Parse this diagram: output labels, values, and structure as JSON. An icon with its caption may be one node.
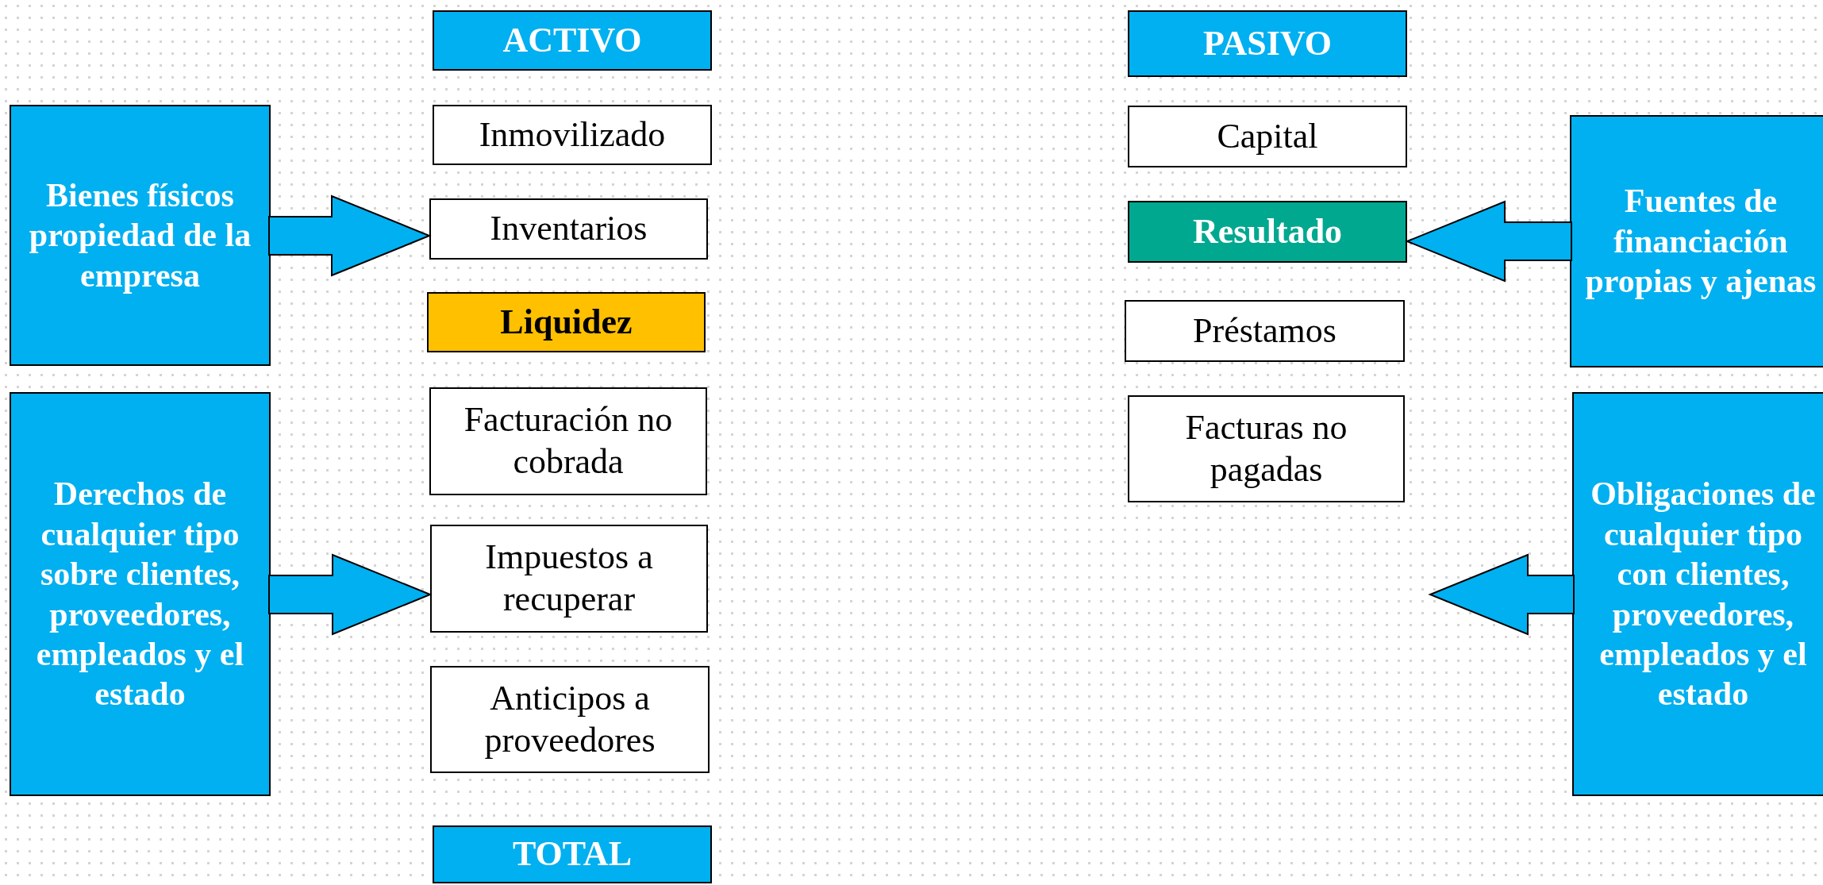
{
  "diagram": {
    "nodes": [
      {
        "text": [
          "ACTIVO"
        ]
      },
      {
        "text": [
          "Inmovilizado"
        ]
      },
      {
        "text": [
          "Inventarios"
        ]
      },
      {
        "text": [
          "Liquidez"
        ]
      },
      {
        "text": [
          "Facturación no cobrada"
        ]
      },
      {
        "text": [
          "Impuestos a recuperar"
        ]
      },
      {
        "text": [
          "Anticipos a proveedores"
        ]
      },
      {
        "text": [
          "TOTAL"
        ]
      },
      {
        "text": [
          "PASIVO"
        ]
      },
      {
        "text": [
          "Capital"
        ]
      },
      {
        "text": [
          "Resultado"
        ]
      },
      {
        "text": [
          "Préstamos"
        ]
      },
      {
        "text": [
          "Facturas no pagadas"
        ]
      },
      {
        "text": [
          "Bienes físicos propiedad de la empresa"
        ]
      },
      {
        "text": [
          "Derechos de cualquier tipo sobre clientes, proveedores, empleados y el estado"
        ]
      },
      {
        "text": [
          "Fuentes de financiación propias y ajenas"
        ]
      },
      {
        "text": [
          "Obligaciones de cualquier tipo con clientes, proveedores, empleados y el estado"
        ]
      }
    ],
    "edges": [
      {
        "from": 13,
        "to": 2,
        "arrow": "to",
        "style": "thick"
      },
      {
        "from": 14,
        "to": 5,
        "arrow": "to",
        "style": "thick"
      },
      {
        "from": 15,
        "to": 10,
        "arrow": "to",
        "style": "thick"
      },
      {
        "from": 16,
        "to": null,
        "arrow": "to",
        "style": "thick"
      }
    ]
  }
}
